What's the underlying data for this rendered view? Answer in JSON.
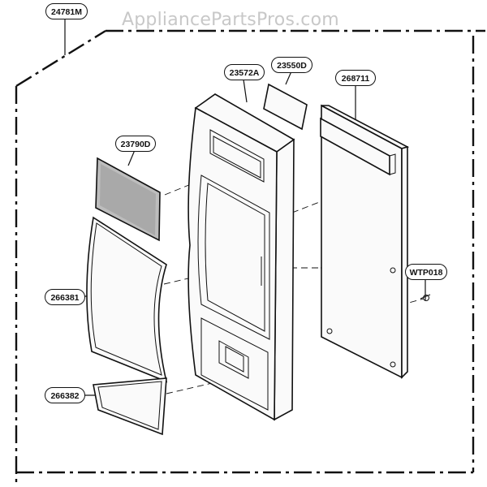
{
  "watermark": "AppliancePartsPros.com",
  "parts": {
    "assembly": "24781M",
    "frame": "23572A",
    "window": "23550D",
    "board": "268711",
    "label": "23790D",
    "panel_upper": "266381",
    "panel_lower": "266382",
    "screw": "WTP018"
  }
}
